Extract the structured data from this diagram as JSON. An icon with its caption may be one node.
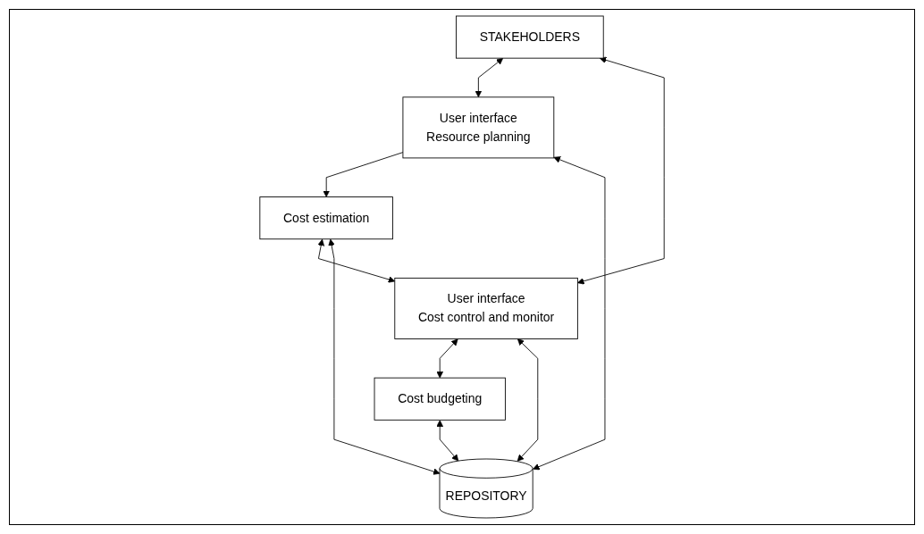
{
  "diagram": {
    "nodes": [
      {
        "text": [
          "STAKEHOLDERS"
        ]
      },
      {
        "text": [
          "User interface",
          "Resource planning"
        ]
      },
      {
        "text": [
          "User interface",
          "Cost control and monitor"
        ]
      },
      {
        "text": [
          "Cost estimation"
        ]
      },
      {
        "text": [
          "Cost budgeting"
        ]
      },
      {
        "text": [
          "REPOSITORY"
        ]
      }
    ],
    "edges": [
      {
        "from": 0,
        "to": 1,
        "arrow": "both"
      },
      {
        "from": 0,
        "to": 2,
        "arrow": "both"
      },
      {
        "from": 1,
        "to": 3,
        "arrow": "to"
      },
      {
        "from": 3,
        "to": 2,
        "arrow": "both"
      },
      {
        "from": 2,
        "to": 4,
        "arrow": "both"
      },
      {
        "from": 3,
        "to": 5,
        "arrow": "both"
      },
      {
        "from": 4,
        "to": 5,
        "arrow": "both"
      },
      {
        "from": 5,
        "to": 1,
        "arrow": "both"
      },
      {
        "from": 5,
        "to": 2,
        "arrow": "both"
      }
    ]
  }
}
